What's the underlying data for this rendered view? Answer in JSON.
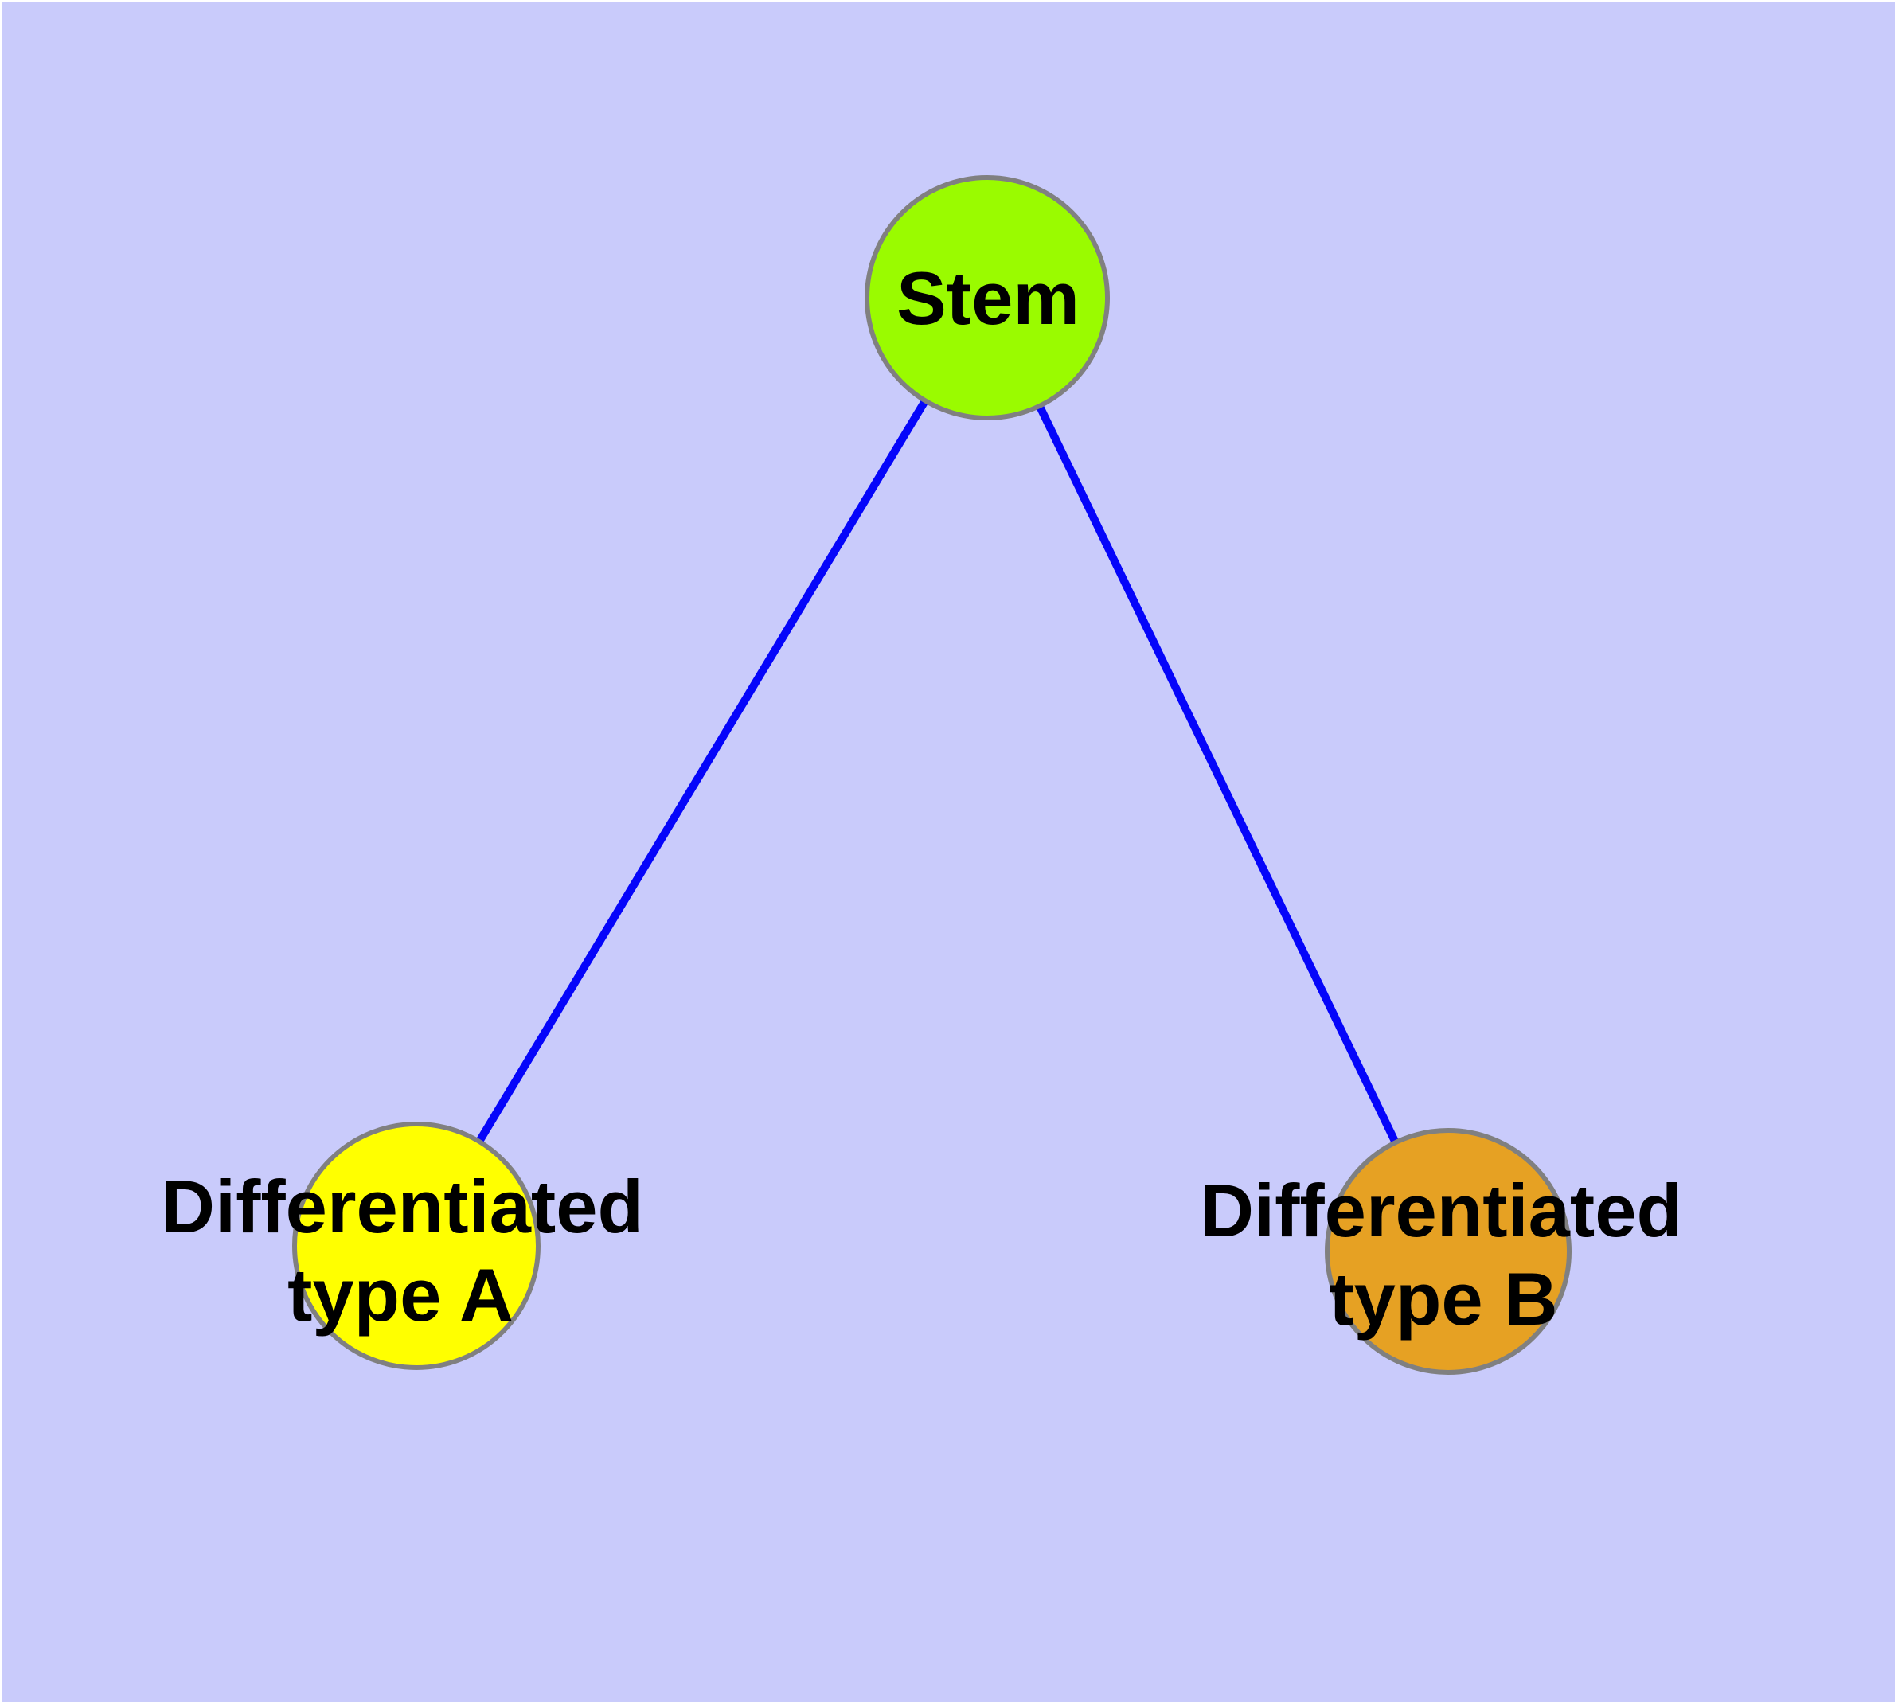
{
  "diagram": {
    "type": "graph",
    "background_color": "#c9cbfb",
    "page_margin_color": "#ffffff",
    "edge_color": "#0505fa",
    "node_border_color": "#808080",
    "label_color": "#000000",
    "nodes": [
      {
        "id": "stem",
        "label": "Stem",
        "label_lines": [
          "Stem"
        ],
        "fill": "#9afb00"
      },
      {
        "id": "differentiated-type-a",
        "label": "Differentiated type A",
        "label_lines": [
          "Differentiated",
          "type A"
        ],
        "fill": "#ffff00"
      },
      {
        "id": "differentiated-type-b",
        "label": "Differentiated type B",
        "label_lines": [
          "Differentiated",
          "type B"
        ],
        "fill": "#e6a123"
      }
    ],
    "edges": [
      {
        "from": "Stem",
        "to": "Differentiated type A"
      },
      {
        "from": "Stem",
        "to": "Differentiated type B"
      }
    ]
  }
}
